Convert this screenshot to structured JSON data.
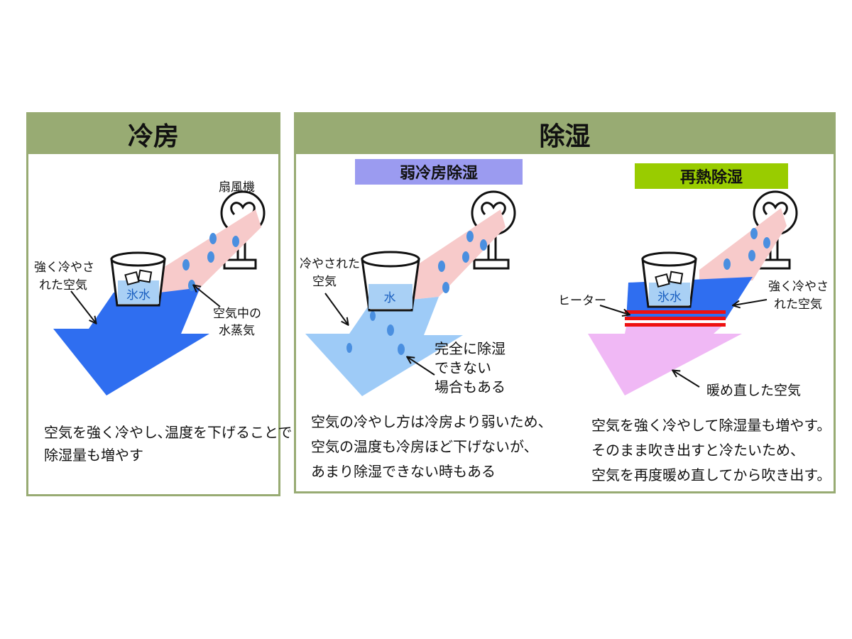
{
  "panels": {
    "cooling": {
      "title": "冷房",
      "labels": {
        "fan": "扇風機",
        "cold_air": [
          "強く冷やさ",
          "れた空気"
        ],
        "vapor": [
          "空気中の",
          "水蒸気"
        ],
        "ice_water": "氷水"
      },
      "description": [
        "空気を強く冷やし､温度を下げることで",
        "除湿量も増やす"
      ]
    },
    "dehumid": {
      "title": "除湿",
      "weak": {
        "badge": "弱冷房除湿",
        "labels": {
          "cooled_air": [
            "冷やされた",
            "空気"
          ],
          "incomplete": [
            "完全に除湿",
            "できない",
            "場合もある"
          ],
          "water": "水"
        },
        "description": [
          "空気の冷やし方は冷房より弱いため、",
          "空気の温度も冷房ほど下げないが、",
          "あまり除湿できない時もある"
        ]
      },
      "reheat": {
        "badge": "再熱除湿",
        "labels": {
          "heater": "ヒーター",
          "cold_air": [
            "強く冷やさ",
            "れた空気"
          ],
          "rewarmed": "暖め直した空気",
          "ice_water": "氷水"
        },
        "description": [
          "空気を強く冷やして除湿量も増やす。",
          "そのまま吹き出すと冷たいため、",
          "空気を再度暖め直してから吹き出す。"
        ]
      }
    }
  },
  "colors": {
    "header_green": "#98ab73",
    "badge_purple": "#9b9bf0",
    "badge_green": "#99cc00",
    "humid_air_pink": "#f7caca",
    "cold_air_blue": "#2f6ef0",
    "cool_air_lightblue": "#9ecbf7",
    "warm_air_violet": "#f0b8f5",
    "heater_red": "#ee1111"
  }
}
